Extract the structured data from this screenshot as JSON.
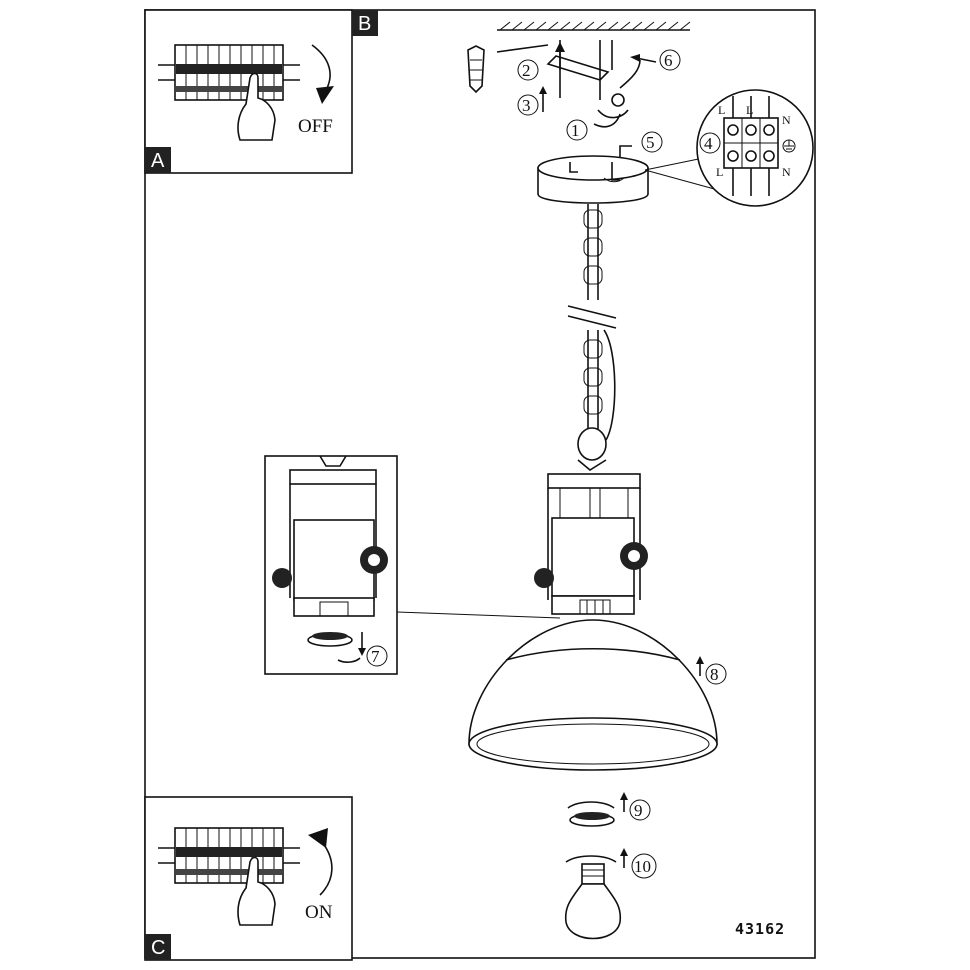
{
  "panels": {
    "A": {
      "tag": "A",
      "switch_label": "OFF"
    },
    "B": {
      "tag": "B"
    },
    "C": {
      "tag": "C",
      "switch_label": "ON"
    }
  },
  "steps": [
    "1",
    "2",
    "3",
    "4",
    "5",
    "6",
    "7",
    "8",
    "9",
    "10"
  ],
  "terminal_labels": {
    "live_top": "L",
    "live_top2": "L",
    "neutral_top": "N",
    "live_bottom": "L",
    "neutral_bottom": "N"
  },
  "product_code": "43162"
}
